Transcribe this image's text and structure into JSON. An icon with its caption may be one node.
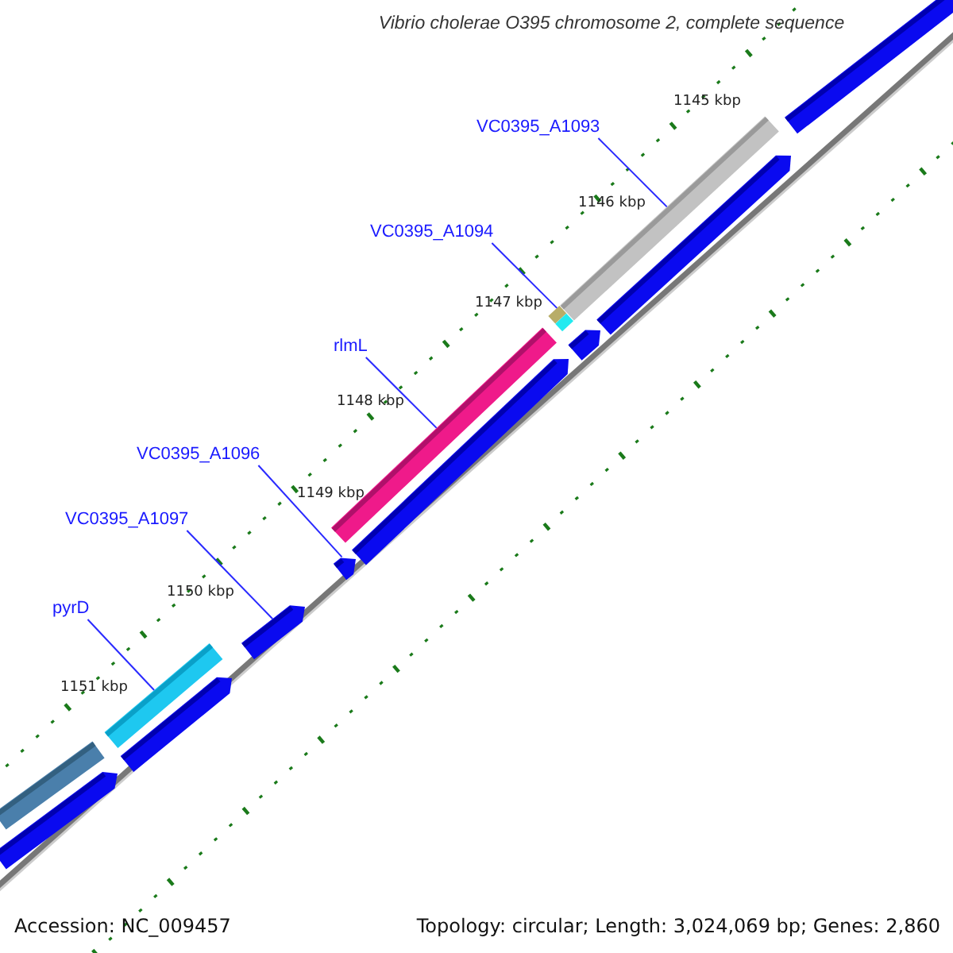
{
  "diagram": {
    "title": "Vibrio cholerae O395 chromosome 2, complete sequence",
    "nodes": [
      {
        "text": [
          "VC0395_A1093"
        ]
      },
      {
        "text": [
          "VC0395_A1094"
        ]
      },
      {
        "text": [
          "rlmL"
        ]
      },
      {
        "text": [
          "VC0395_A1096"
        ]
      },
      {
        "text": [
          "VC0395_A1097"
        ]
      },
      {
        "text": [
          "pyrD"
        ]
      },
      {
        "text": [],
        "shape": "bar"
      },
      {
        "text": [],
        "shape": "bar"
      },
      {
        "text": [],
        "shape": "bar"
      },
      {
        "text": [],
        "shape": "bar"
      },
      {
        "text": [],
        "shape": "bar"
      },
      {
        "text": [],
        "shape": "bar"
      },
      {
        "text": [],
        "shape": "bar"
      },
      {
        "text": [],
        "shape": "bar"
      },
      {
        "text": [],
        "shape": "bar"
      },
      {
        "text": [],
        "shape": "bar"
      },
      {
        "text": [],
        "shape": "bar"
      },
      {
        "text": [],
        "shape": "bar"
      },
      {
        "text": [],
        "shape": "bar"
      },
      {
        "text": [],
        "shape": "bar"
      }
    ],
    "edges": [
      {
        "from": 0,
        "to": 15,
        "arrow": "none"
      },
      {
        "from": 1,
        "to": 14,
        "arrow": "none"
      },
      {
        "from": 2,
        "to": 11,
        "arrow": "none"
      },
      {
        "from": 3,
        "to": 12,
        "arrow": "none"
      },
      {
        "from": 4,
        "to": 10,
        "arrow": "none"
      },
      {
        "from": 5,
        "to": 8,
        "arrow": "none"
      }
    ],
    "labels": [
      "1145 kbp",
      "1146 kbp",
      "1147 kbp",
      "1148 kbp",
      "1149 kbp",
      "1150 kbp",
      "1151 kbp",
      "Accession: NC_009457",
      "Topology: circular; Length: 3,024,069 bp; Genes: 2,860"
    ]
  }
}
